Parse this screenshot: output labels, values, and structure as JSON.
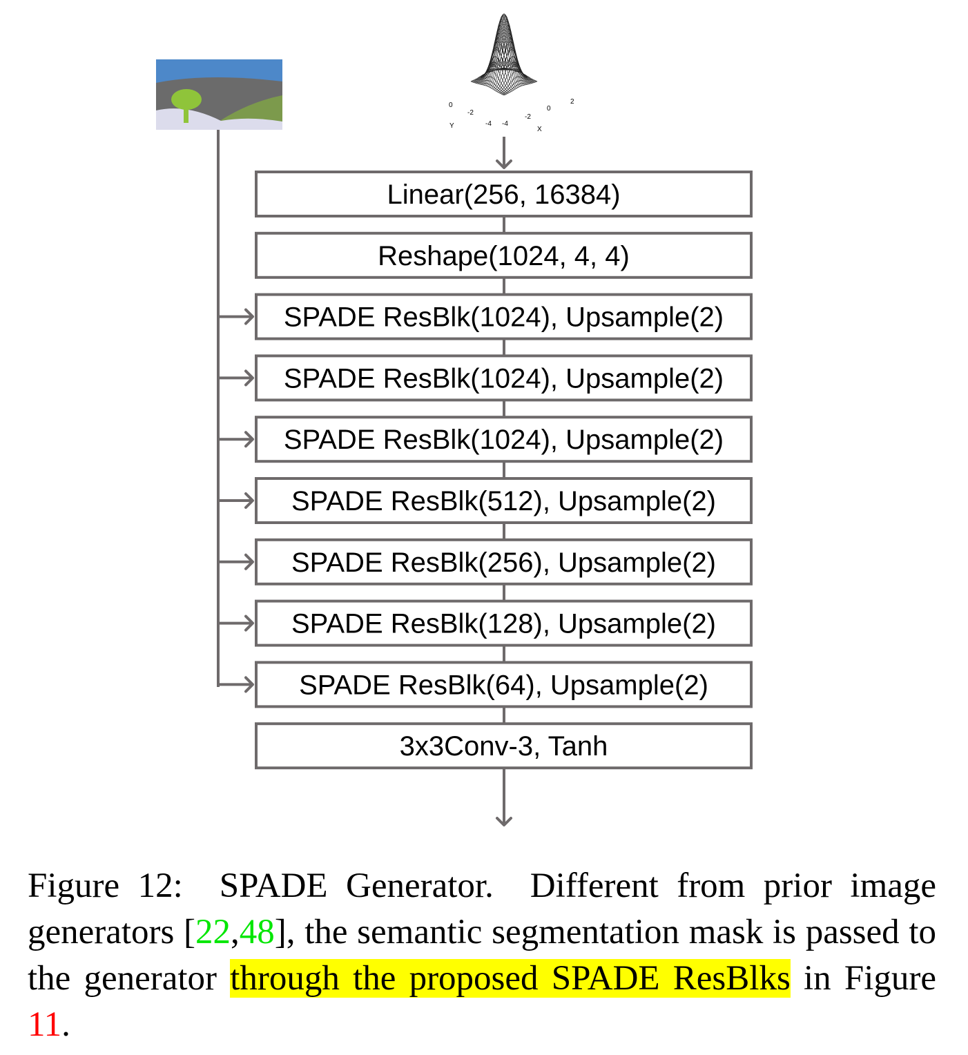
{
  "diagram": {
    "blocks": [
      "Linear(256, 16384)",
      "Reshape(1024, 4, 4)",
      "SPADE ResBlk(1024), Upsample(2)",
      "SPADE ResBlk(1024), Upsample(2)",
      "SPADE ResBlk(1024), Upsample(2)",
      "SPADE ResBlk(512), Upsample(2)",
      "SPADE ResBlk(256), Upsample(2)",
      "SPADE ResBlk(128), Upsample(2)",
      "SPADE ResBlk(64), Upsample(2)",
      "3x3Conv-3, Tanh"
    ],
    "spade_inputs_from_block": 2,
    "gaussian_plot_labels": {
      "y_axis": "Y",
      "x_axis": "X",
      "ticks": [
        "0",
        "-2",
        "-4",
        "-4",
        "-2",
        "0",
        "2"
      ]
    },
    "colors": {
      "block_stroke": "#6e6a6b",
      "mask_sky": "#4d88c9",
      "mask_mountain": "#6b6b6b",
      "mask_grass": "#7c9a4c",
      "mask_tree": "#8fc43a",
      "mask_ground": "#dcdcec"
    }
  },
  "caption": {
    "label": "Figure 12:",
    "title": "SPADE Generator.",
    "text_1": "Different from prior image generators [",
    "cite_1": "22",
    "sep": ",",
    "cite_2": "48",
    "text_2": "], the semantic segmentation mask is passed to the generator ",
    "highlighted": "through the proposed SPADE ResBlks",
    "text_3": " in Figure ",
    "fig_ref": "11",
    "text_4": "."
  }
}
